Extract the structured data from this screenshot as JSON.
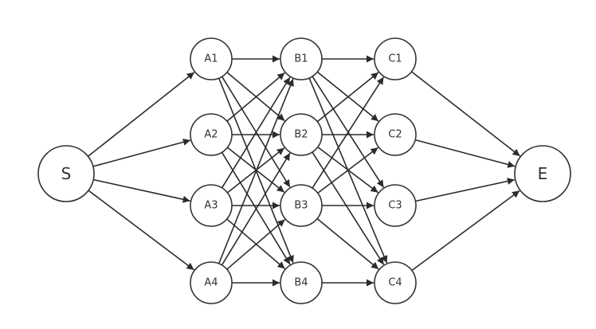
{
  "diagram": {
    "nodes": [
      {
        "id": "S",
        "label": "S"
      },
      {
        "id": "A1",
        "label": "A1"
      },
      {
        "id": "A2",
        "label": "A2"
      },
      {
        "id": "A3",
        "label": "A3"
      },
      {
        "id": "A4",
        "label": "A4"
      },
      {
        "id": "B1",
        "label": "B1"
      },
      {
        "id": "B2",
        "label": "B2"
      },
      {
        "id": "B3",
        "label": "B3"
      },
      {
        "id": "B4",
        "label": "B4"
      },
      {
        "id": "C1",
        "label": "C1"
      },
      {
        "id": "C2",
        "label": "C2"
      },
      {
        "id": "C3",
        "label": "C3"
      },
      {
        "id": "C4",
        "label": "C4"
      },
      {
        "id": "E",
        "label": "E"
      }
    ],
    "edges": [
      [
        "S",
        "A1"
      ],
      [
        "S",
        "A2"
      ],
      [
        "S",
        "A3"
      ],
      [
        "S",
        "A4"
      ],
      [
        "A1",
        "B1"
      ],
      [
        "A1",
        "B2"
      ],
      [
        "A1",
        "B3"
      ],
      [
        "A1",
        "B4"
      ],
      [
        "A2",
        "B1"
      ],
      [
        "A2",
        "B2"
      ],
      [
        "A2",
        "B3"
      ],
      [
        "A2",
        "B4"
      ],
      [
        "A3",
        "B1"
      ],
      [
        "A3",
        "B2"
      ],
      [
        "A3",
        "B3"
      ],
      [
        "A3",
        "B4"
      ],
      [
        "A4",
        "B1"
      ],
      [
        "A4",
        "B2"
      ],
      [
        "A4",
        "B3"
      ],
      [
        "A4",
        "B4"
      ],
      [
        "B1",
        "C1"
      ],
      [
        "B1",
        "C2"
      ],
      [
        "B1",
        "C3"
      ],
      [
        "B1",
        "C4"
      ],
      [
        "B2",
        "C1"
      ],
      [
        "B2",
        "C2"
      ],
      [
        "B2",
        "C3"
      ],
      [
        "B2",
        "C4"
      ],
      [
        "B3",
        "C1"
      ],
      [
        "B3",
        "C2"
      ],
      [
        "B3",
        "C3"
      ],
      [
        "B3",
        "C4"
      ],
      [
        "B4",
        "C4"
      ],
      [
        "C1",
        "E"
      ],
      [
        "C2",
        "E"
      ],
      [
        "C3",
        "E"
      ],
      [
        "C4",
        "E"
      ]
    ],
    "colors": {
      "stroke": "#333333",
      "fill": "#ffffff"
    }
  }
}
